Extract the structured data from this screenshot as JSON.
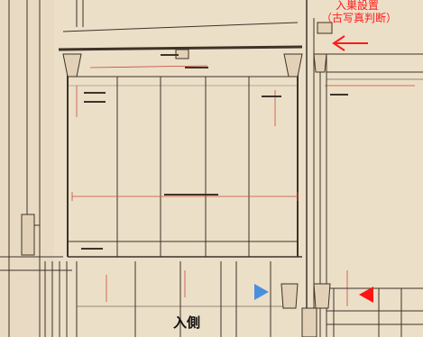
{
  "annotations": {
    "caption_line1": "入巣設置",
    "caption_line2": "（古写真判断）",
    "entrance_side": "入側"
  },
  "colors": {
    "paper": "#ecdfc8",
    "ink": "#3d3328",
    "red_ink": "#c94a3a",
    "annotation_red": "#ff1a1a",
    "marker_blue": "#4a8fde",
    "marker_red": "#ff1414"
  },
  "markers": [
    {
      "name": "blue-triangle-marker",
      "shape": "triangle-right",
      "color": "#4a8fde"
    },
    {
      "name": "red-triangle-marker",
      "shape": "triangle-left",
      "color": "#ff1414"
    }
  ],
  "arrow": {
    "name": "red-arrow-icon",
    "direction": "left",
    "color": "#ff1a1a"
  }
}
